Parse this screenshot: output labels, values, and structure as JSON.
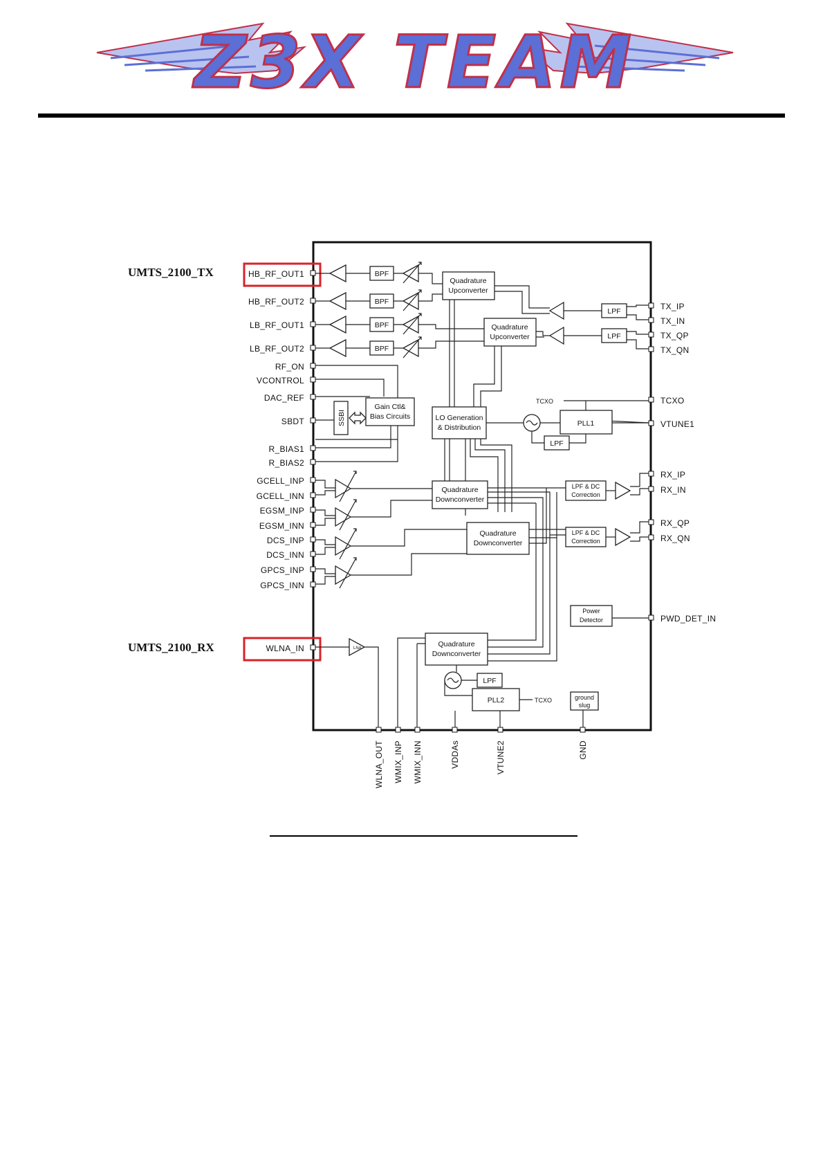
{
  "header": {
    "logo_text": "Z3X TEAM",
    "colors": {
      "logo_fill": "#5b6fd6",
      "logo_stroke": "#c0304a",
      "rule": "#000000"
    }
  },
  "diagram": {
    "callouts": {
      "tx_label": "UMTS_2100_TX",
      "rx_label": "UMTS_2100_RX",
      "highlight_color": "#d8232a"
    },
    "left_pins": [
      "HB_RF_OUT1",
      "HB_RF_OUT2",
      "LB_RF_OUT1",
      "LB_RF_OUT2",
      "RF_ON",
      "VCONTROL",
      "DAC_REF",
      "SBDT",
      "R_BIAS1",
      "R_BIAS2",
      "GCELL_INP",
      "GCELL_INN",
      "EGSM_INP",
      "EGSM_INN",
      "DCS_INP",
      "DCS_INN",
      "GPCS_INP",
      "GPCS_INN",
      "WLNA_IN"
    ],
    "right_pins": [
      "TX_IP",
      "TX_IN",
      "TX_QP",
      "TX_QN",
      "TCXO",
      "VTUNE1",
      "RX_IP",
      "RX_IN",
      "RX_QP",
      "RX_QN",
      "PWD_DET_IN"
    ],
    "bottom_pins": [
      "WLNA_OUT",
      "WMIX_INP",
      "WMIX_INN",
      "VDDAs",
      "VTUNE2",
      "GND"
    ],
    "blocks": {
      "bpf": "BPF",
      "qup1": [
        "Quadrature",
        "Upconverter"
      ],
      "qup2": [
        "Quadrature",
        "Upconverter"
      ],
      "lpf": "LPF",
      "ssbi": "SSBI",
      "gain": [
        "Gain Ctl&",
        "Bias Circuits"
      ],
      "lo": [
        "LO Generation",
        "& Distribution"
      ],
      "pll1": "PLL1",
      "pll2": "PLL2",
      "tcxo_internal": "TCXO",
      "qdown1": [
        "Quadrature",
        "Downconverter"
      ],
      "qdown2": [
        "Quadrature",
        "Downconverter"
      ],
      "qdown3": [
        "Quadrature",
        "Downconverter"
      ],
      "lpf_dc": [
        "LPF & DC",
        "Correction"
      ],
      "power_det": [
        "Power",
        "Detector"
      ],
      "ground": [
        "ground",
        "slug"
      ],
      "lna": "LNA"
    }
  }
}
